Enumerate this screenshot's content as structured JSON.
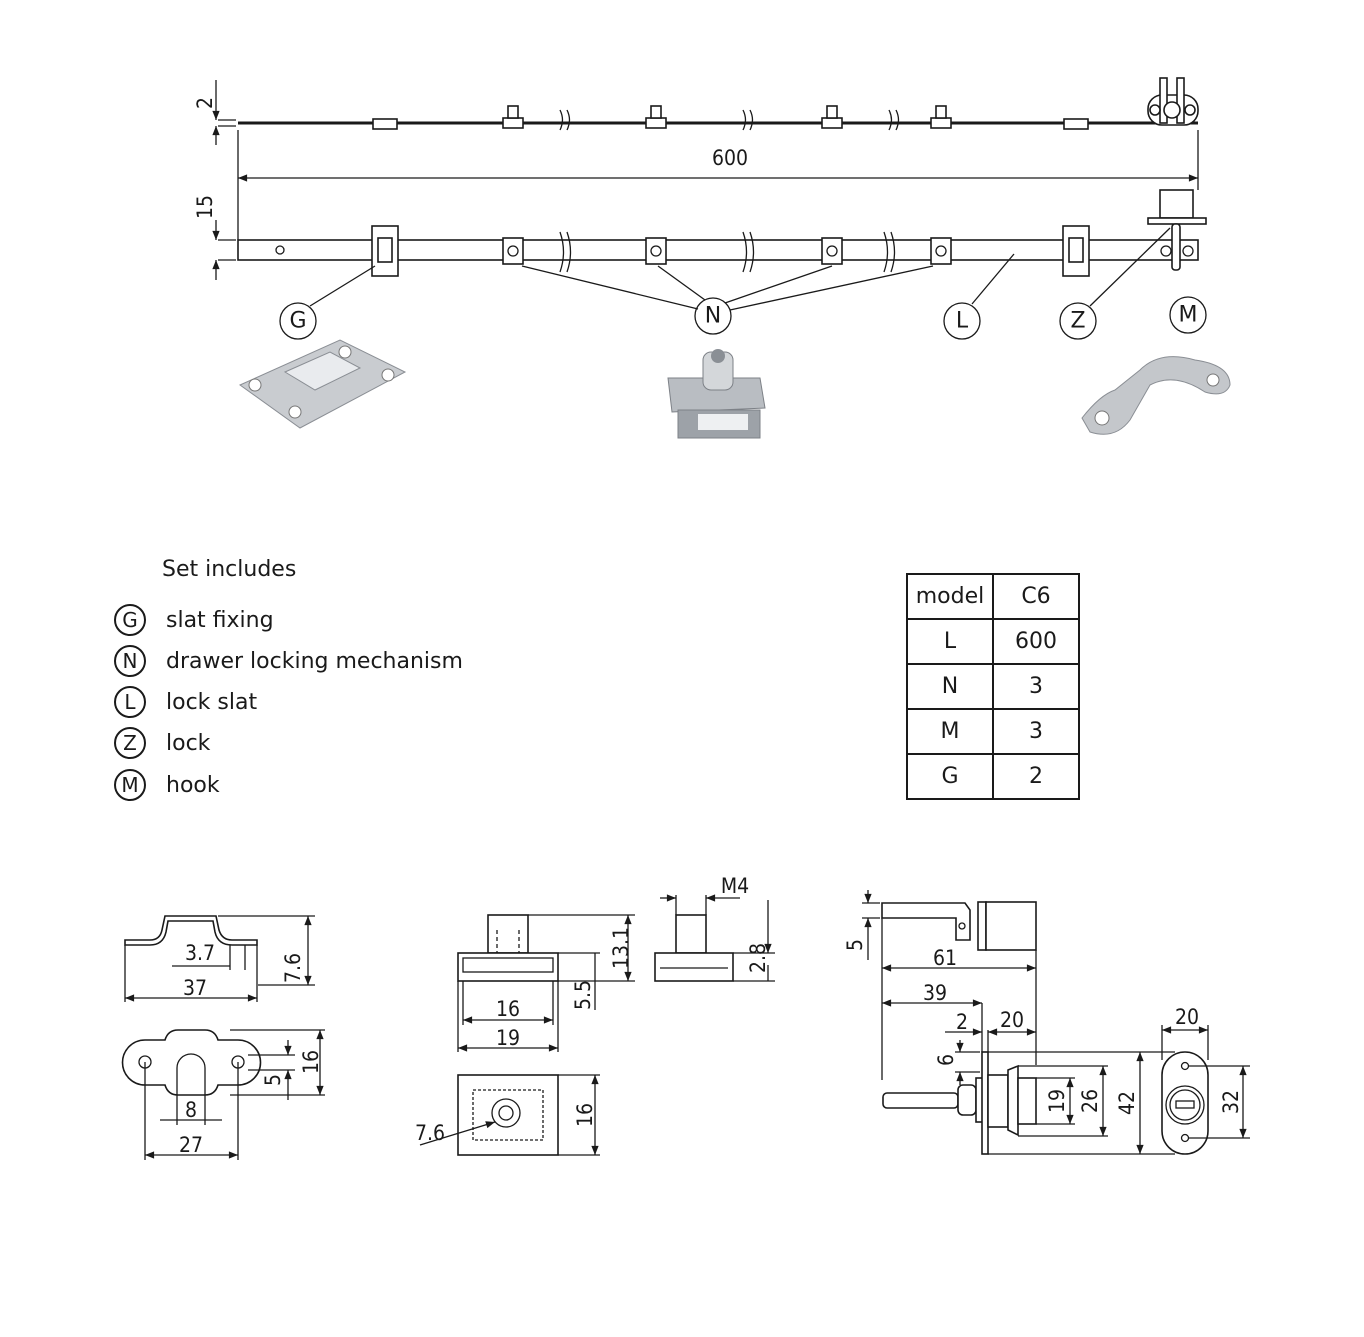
{
  "overview": {
    "dims": {
      "thickness": "2",
      "length": "600",
      "width": "15"
    },
    "callouts": [
      "G",
      "N",
      "L",
      "Z",
      "M"
    ]
  },
  "legend": {
    "title": "Set includes",
    "items": [
      {
        "key": "G",
        "label": "slat fixing"
      },
      {
        "key": "N",
        "label": "drawer locking mechanism"
      },
      {
        "key": "L",
        "label": "lock slat"
      },
      {
        "key": "Z",
        "label": "lock"
      },
      {
        "key": "M",
        "label": "hook"
      }
    ]
  },
  "table": {
    "header": [
      "model",
      "C6"
    ],
    "rows": [
      [
        "L",
        "600"
      ],
      [
        "N",
        "3"
      ],
      [
        "M",
        "3"
      ],
      [
        "G",
        "2"
      ]
    ]
  },
  "hook_drawing": {
    "d1": "3.7",
    "d2": "37",
    "d3": "7.6",
    "d4": "16",
    "d5": "5",
    "d6": "8",
    "d7": "27"
  },
  "mechanism_drawing": {
    "d1": "13.1",
    "d2": "5.5",
    "d3": "16",
    "d4": "19",
    "d5": "M4",
    "d6": "2.8",
    "d7": "7.6",
    "d8": "16"
  },
  "lock_drawing": {
    "d1": "5",
    "d2": "61",
    "d3": "39",
    "d4": "2",
    "d5": "20",
    "d6": "6",
    "d7": "19",
    "d8": "26",
    "d9": "42",
    "d10": "20",
    "d11": "32"
  }
}
